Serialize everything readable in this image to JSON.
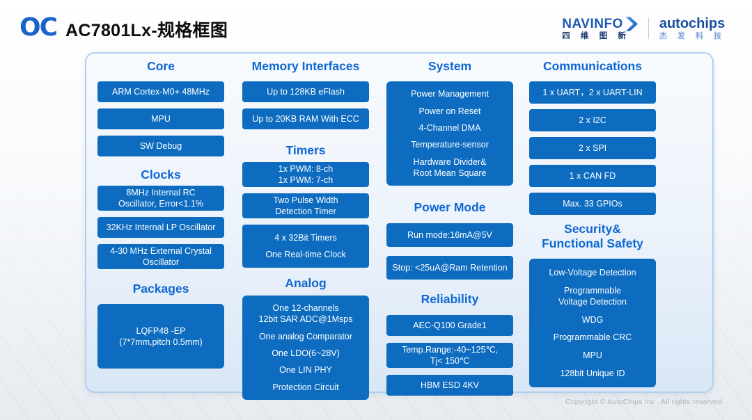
{
  "header": {
    "logo_text": "OC",
    "title": "AC7801Lx-规格框图",
    "navinfo_wordmark": "NAVINFO",
    "navinfo_cn": "四 维 图 新",
    "autochips_wordmark": "autochips",
    "autochips_cn": "杰 发 科 技"
  },
  "colors": {
    "box_blue": "#0d6cc0",
    "heading_blue": "#0f68d2"
  },
  "core": {
    "heading": "Core",
    "arm": "ARM Cortex-M0+ 48MHz",
    "mpu": "MPU",
    "sw": "SW Debug"
  },
  "clocks": {
    "heading": "Clocks",
    "rc_l1": "8MHz Internal RC",
    "rc_l2": "Oscillator, Error<1.1%",
    "lp": "32KHz Internal LP Oscillator",
    "xtal_l1": "4-30 MHz External Crystal",
    "xtal_l2": "Oscillator"
  },
  "packages": {
    "heading": "Packages",
    "pkg_l1": "LQFP48 -EP",
    "pkg_l2": "(7*7mm,pitch 0.5mm)"
  },
  "memory": {
    "heading": "Memory Interfaces",
    "flash": "Up to 128KB eFlash",
    "ram": "Up to 20KB RAM With ECC"
  },
  "timers": {
    "heading": "Timers",
    "pwm_l1": "1x PWM: 8-ch",
    "pwm_l2": "1x PWM: 7-ch",
    "pw_l1": "Two Pulse Width",
    "pw_l2": "Detection Timer",
    "t32": "4 x 32Bit Timers",
    "rtc": "One Real-time Clock"
  },
  "analog": {
    "heading": "Analog",
    "adc_l1": "One 12-channels",
    "adc_l2": "12bit SAR ADC@1Msps",
    "cmp": "One analog Comparator",
    "ldo": "One LDO(6~28V)",
    "lin": "One LIN PHY",
    "prot": "Protection Circuit"
  },
  "system": {
    "heading": "System",
    "pm": "Power Management",
    "por": "Power on Reset",
    "dma": "4-Channel DMA",
    "ts": "Temperature-sensor",
    "hw_l1": "Hardware Divider&",
    "hw_l2": "Root Mean Square"
  },
  "power_mode": {
    "heading": "Power Mode",
    "run": "Run mode:16mA@5V",
    "stop": "Stop: <25uA@Ram Retention"
  },
  "reliability": {
    "heading": "Reliability",
    "aec": "AEC-Q100 Grade1",
    "temp_l1": "Temp.Range:-40~125℃,",
    "temp_l2": "Tj< 150℃",
    "hbm": "HBM ESD  4KV"
  },
  "comms": {
    "heading": "Communications",
    "uart": "1 x UART，2 x UART-LIN",
    "i2c": "2 x I2C",
    "spi": "2 x SPI",
    "can": "1 x CAN FD",
    "gpio": "Max. 33 GPIOs"
  },
  "security": {
    "heading_l1": "Security&",
    "heading_l2": "Functional Safety",
    "lvd": "Low-Voltage Detection",
    "pvd_l1": "Programmable",
    "pvd_l2": "Voltage Detection",
    "wdg": "WDG",
    "crc": "Programmable CRC",
    "mpu": "MPU",
    "uid": "128bit Unique ID"
  },
  "footer": {
    "copyright": "Copyright © AutoChips Inc . All rights reserved."
  }
}
